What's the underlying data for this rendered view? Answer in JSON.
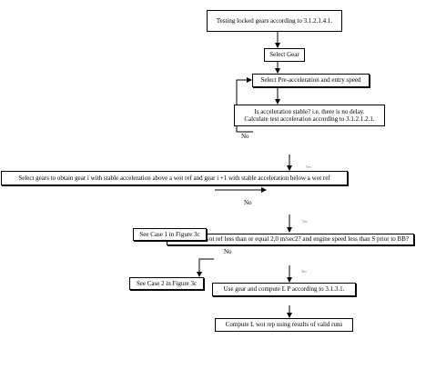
{
  "nodes": {
    "start": "Testing locked gears according to 3.1.2.1.4.1.",
    "select_gear": "Select Gear",
    "select_pre": "Select Pre-acceleration and entry speed",
    "accel_stable_1": "Is acceleration stable?  i.e. there is no delay.",
    "accel_stable_2": "Calculate test acceleration according to 3.1.2.1.2.1.",
    "select_gears": "Select gears to obtain gear i with stable acceleration above a wot ref and gear i +1 with stable acceleration below a wot ref",
    "case1": "See Case 1 in Figure 3c",
    "accel_check": "Is a wot ref less than or equal 2,0 m/sec2? and engine speed less than S prior to BB?",
    "case2": "See Case 2 in Figure 3c",
    "use_gear": "Use gear and compute L P according to 3.1.3.1.",
    "compute": "Compute L wot rep using results of valid runs"
  },
  "labels": {
    "no1": "No",
    "no2": "No",
    "no3": "No",
    "yes1": "Yes",
    "yes2": "Yes",
    "yes3": "Yes"
  }
}
